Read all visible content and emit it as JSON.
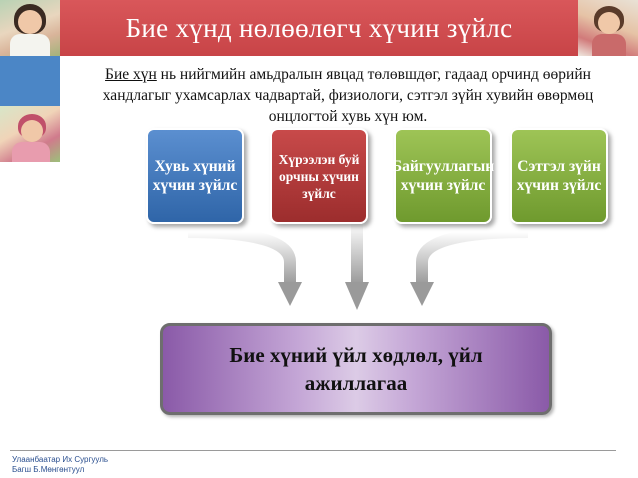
{
  "slide": {
    "title": "Бие хүнд нөлөөлөгч хүчин зүйлс",
    "intro": {
      "underlined": "Бие хүн",
      "rest": " нь нийгмийн амьдралын явцад төлөвшдөг, гадаад орчинд өөрийн хандлагыг ухамсарлах чадвартай,  физиологи, сэтгэл зүйн хувийн өвөрмөц онцлогтой хувь хүн юм."
    },
    "factors": [
      {
        "label": "Хувь хүний хүчин зүйлс",
        "color": "#3f77bd"
      },
      {
        "label": "Хүрээлэн буй орчны хүчин зүйлс",
        "color": "#b23b3b"
      },
      {
        "label": "Байгууллагын хүчин зүйлс",
        "color": "#86ad3f"
      },
      {
        "label": "Сэтгэл зүйн хүчин зүйлс",
        "color": "#86ad3f"
      }
    ],
    "result": "Бие хүний үйл хөдлөл, үйл ажиллагаа",
    "footer": {
      "line1": "Улаанбаатар Их Сургууль",
      "line2": "Багш Б.Мөнгөнтуул"
    }
  },
  "colors": {
    "title_band": "#cf4d50",
    "side_block": "#4b86c6",
    "result_box": "#c4a6d6",
    "footer_text": "#2a4f8f"
  }
}
